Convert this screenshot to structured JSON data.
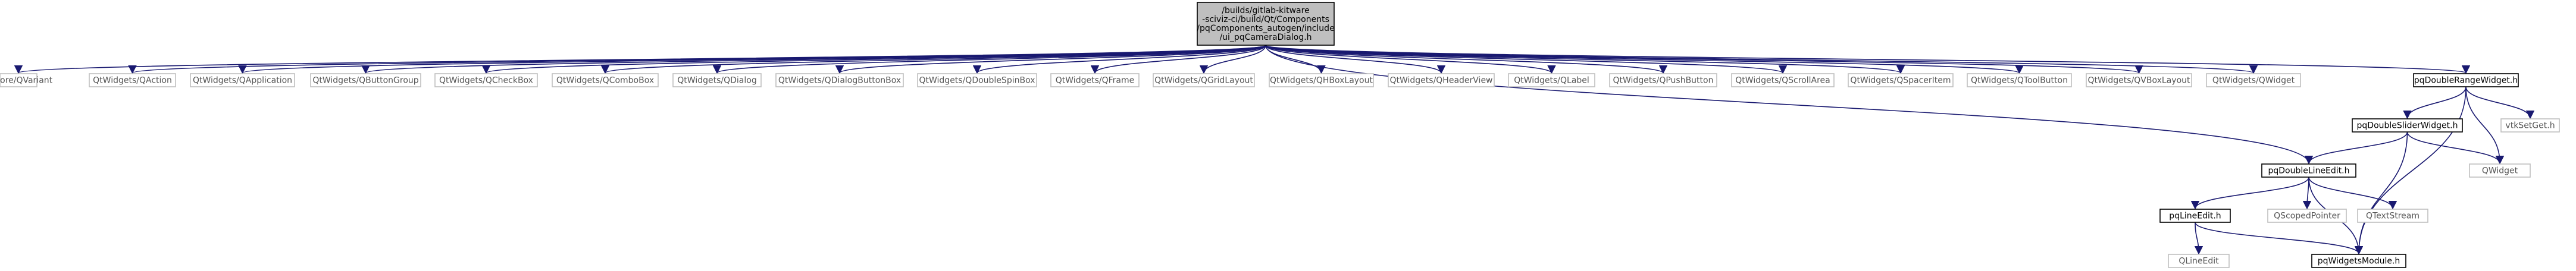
{
  "diagram": {
    "type": "include-dependency-graph",
    "colors": {
      "edge": "#191970",
      "root_fill": "#bfbfbf",
      "root_stroke": "#000000",
      "node_fill": "#ffffff",
      "node_stroke": "#000000",
      "external_stroke": "#bfbfbf",
      "text_dark": "#000000",
      "text_light": "#555555"
    },
    "nodes": [
      {
        "id": "root",
        "kind": "root",
        "lines": [
          "/builds/gitlab-kitware",
          "-sciviz-ci/build/Qt/Components",
          "/pqComponents_autogen/include",
          "/ui_pqCameraDialog.h"
        ]
      },
      {
        "id": "qvariant",
        "kind": "external",
        "lines": [
          "QtCore/QVariant"
        ]
      },
      {
        "id": "qaction",
        "kind": "external",
        "lines": [
          "QtWidgets/QAction"
        ]
      },
      {
        "id": "qapplication",
        "kind": "external",
        "lines": [
          "QtWidgets/QApplication"
        ]
      },
      {
        "id": "qbuttongroup",
        "kind": "external",
        "lines": [
          "QtWidgets/QButtonGroup"
        ]
      },
      {
        "id": "qcheckbox",
        "kind": "external",
        "lines": [
          "QtWidgets/QCheckBox"
        ]
      },
      {
        "id": "qcombobox",
        "kind": "external",
        "lines": [
          "QtWidgets/QComboBox"
        ]
      },
      {
        "id": "qdialog",
        "kind": "external",
        "lines": [
          "QtWidgets/QDialog"
        ]
      },
      {
        "id": "qdialogbuttonbox",
        "kind": "external",
        "lines": [
          "QtWidgets/QDialogButtonBox"
        ]
      },
      {
        "id": "qdoublespinbox",
        "kind": "external",
        "lines": [
          "QtWidgets/QDoubleSpinBox"
        ]
      },
      {
        "id": "qframe",
        "kind": "external",
        "lines": [
          "QtWidgets/QFrame"
        ]
      },
      {
        "id": "qgridlayout",
        "kind": "external",
        "lines": [
          "QtWidgets/QGridLayout"
        ]
      },
      {
        "id": "qhboxlayout",
        "kind": "external",
        "lines": [
          "QtWidgets/QHBoxLayout"
        ]
      },
      {
        "id": "qheaderview",
        "kind": "external",
        "lines": [
          "QtWidgets/QHeaderView"
        ]
      },
      {
        "id": "qlabel",
        "kind": "external",
        "lines": [
          "QtWidgets/QLabel"
        ]
      },
      {
        "id": "qpushbutton",
        "kind": "external",
        "lines": [
          "QtWidgets/QPushButton"
        ]
      },
      {
        "id": "qscrollarea",
        "kind": "external",
        "lines": [
          "QtWidgets/QScrollArea"
        ]
      },
      {
        "id": "qspaceritem",
        "kind": "external",
        "lines": [
          "QtWidgets/QSpacerItem"
        ]
      },
      {
        "id": "qtoolbutton",
        "kind": "external",
        "lines": [
          "QtWidgets/QToolButton"
        ]
      },
      {
        "id": "qvboxlayout",
        "kind": "external",
        "lines": [
          "QtWidgets/QVBoxLayout"
        ]
      },
      {
        "id": "qwidget_qt",
        "kind": "external",
        "lines": [
          "QtWidgets/QWidget"
        ]
      },
      {
        "id": "pqdoublerangewidget",
        "kind": "internal",
        "lines": [
          "pqDoubleRangeWidget.h"
        ]
      },
      {
        "id": "pqdoubleslider",
        "kind": "internal",
        "lines": [
          "pqDoubleSliderWidget.h"
        ]
      },
      {
        "id": "vtksetget",
        "kind": "external",
        "lines": [
          "vtkSetGet.h"
        ]
      },
      {
        "id": "pqdoublelineedit",
        "kind": "internal",
        "lines": [
          "pqDoubleLineEdit.h"
        ]
      },
      {
        "id": "qwidget",
        "kind": "external",
        "lines": [
          "QWidget"
        ]
      },
      {
        "id": "pqlineedit",
        "kind": "internal",
        "lines": [
          "pqLineEdit.h"
        ]
      },
      {
        "id": "qscopedpointer",
        "kind": "external",
        "lines": [
          "QScopedPointer"
        ]
      },
      {
        "id": "qtextstream",
        "kind": "external",
        "lines": [
          "QTextStream"
        ]
      },
      {
        "id": "qlineedit",
        "kind": "external",
        "lines": [
          "QLineEdit"
        ]
      },
      {
        "id": "pqwidgetsmodule",
        "kind": "internal",
        "lines": [
          "pqWidgetsModule.h"
        ]
      }
    ],
    "edges": [
      [
        "root",
        "qvariant"
      ],
      [
        "root",
        "qaction"
      ],
      [
        "root",
        "qapplication"
      ],
      [
        "root",
        "qbuttongroup"
      ],
      [
        "root",
        "qcheckbox"
      ],
      [
        "root",
        "qcombobox"
      ],
      [
        "root",
        "qdialog"
      ],
      [
        "root",
        "qdialogbuttonbox"
      ],
      [
        "root",
        "qdoublespinbox"
      ],
      [
        "root",
        "qframe"
      ],
      [
        "root",
        "qgridlayout"
      ],
      [
        "root",
        "qhboxlayout"
      ],
      [
        "root",
        "qheaderview"
      ],
      [
        "root",
        "qlabel"
      ],
      [
        "root",
        "qpushbutton"
      ],
      [
        "root",
        "qscrollarea"
      ],
      [
        "root",
        "qspaceritem"
      ],
      [
        "root",
        "qtoolbutton"
      ],
      [
        "root",
        "qvboxlayout"
      ],
      [
        "root",
        "qwidget_qt"
      ],
      [
        "root",
        "pqdoublerangewidget"
      ],
      [
        "root",
        "pqdoublelineedit"
      ],
      [
        "pqdoublerangewidget",
        "pqdoubleslider"
      ],
      [
        "pqdoublerangewidget",
        "vtksetget"
      ],
      [
        "pqdoublerangewidget",
        "qwidget"
      ],
      [
        "pqdoublerangewidget",
        "pqwidgetsmodule"
      ],
      [
        "pqdoubleslider",
        "pqdoublelineedit"
      ],
      [
        "pqdoubleslider",
        "qwidget"
      ],
      [
        "pqdoubleslider",
        "pqwidgetsmodule"
      ],
      [
        "pqdoublelineedit",
        "pqlineedit"
      ],
      [
        "pqdoublelineedit",
        "qscopedpointer"
      ],
      [
        "pqdoublelineedit",
        "qtextstream"
      ],
      [
        "pqdoublelineedit",
        "pqwidgetsmodule"
      ],
      [
        "pqlineedit",
        "qlineedit"
      ],
      [
        "pqlineedit",
        "pqwidgetsmodule"
      ]
    ]
  }
}
